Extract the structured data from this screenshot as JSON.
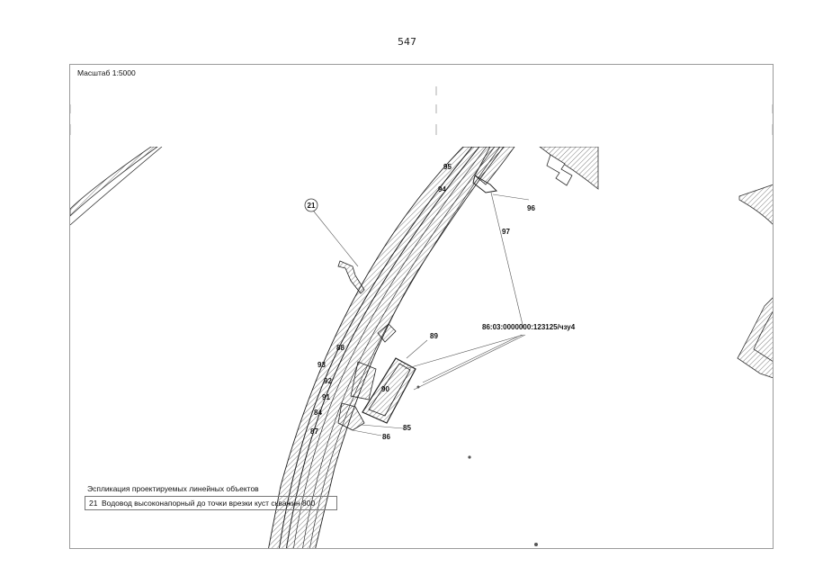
{
  "page_number": "547",
  "scale": "Масштаб 1:5000",
  "map": {
    "parcel_label": "86:03:0000000:123125/чзу4",
    "object_marker": "21",
    "points": [
      "95",
      "94",
      "96",
      "97",
      "89",
      "88",
      "93",
      "92",
      "91",
      "90",
      "84",
      "87",
      "85",
      "86"
    ]
  },
  "legend": {
    "title": "Эспликация проектируемых линейных объектов",
    "items": [
      {
        "num": "21",
        "text": "Водовод высоконапорный до точки врезки куст скважин 800"
      }
    ]
  }
}
